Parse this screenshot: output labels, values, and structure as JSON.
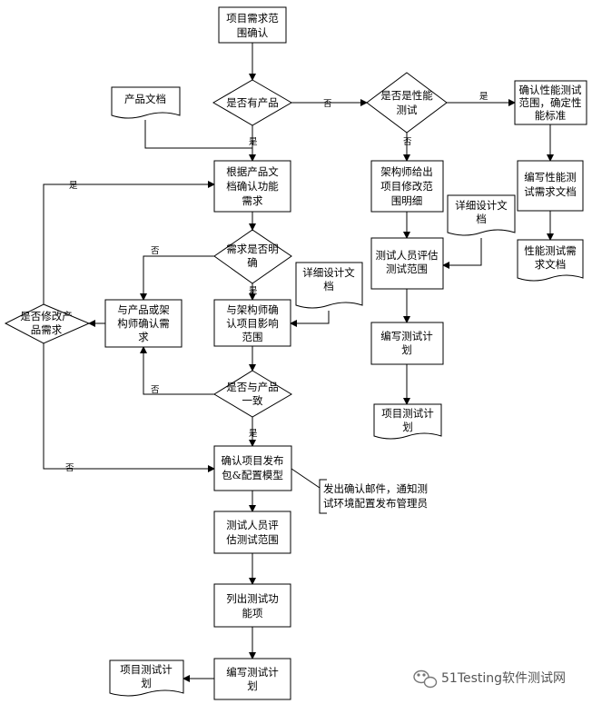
{
  "nodes": {
    "confirm_scope": [
      "项目需求范",
      "围确认"
    ],
    "has_product": [
      "是否有产品"
    ],
    "product_doc": [
      "产品文档"
    ],
    "is_perf": [
      "是否是性能",
      "测试"
    ],
    "confirm_perf": [
      "确认性能测试",
      "范围，确定性",
      "能标准"
    ],
    "write_perf": [
      "编写性能测",
      "试需求文档"
    ],
    "perf_doc": [
      "性能测试需",
      "求文档"
    ],
    "architect_detail": [
      "架构师给出",
      "项目修改范",
      "围明细"
    ],
    "detail_doc_right": [
      "详细设计文",
      "档"
    ],
    "tester_eval_right": [
      "测试人员评估",
      "测试范围"
    ],
    "write_plan_right": [
      "编写测试计",
      "划"
    ],
    "plan_doc_right": [
      "项目测试计",
      "划"
    ],
    "confirm_func": [
      "根据产品文",
      "档确认功能",
      "需求"
    ],
    "req_clear": [
      "需求是否明",
      "确"
    ],
    "confirm_with_pm": [
      "与产品或架",
      "构师确认需",
      "求"
    ],
    "detail_doc_mid": [
      "详细设计文",
      "档"
    ],
    "confirm_impact": [
      "与架构师确",
      "认项目影响",
      "范围"
    ],
    "modify_req": [
      "是否修改产",
      "品需求"
    ],
    "consistent": [
      "是否与产品",
      "一致"
    ],
    "release_pkg": [
      "确认项目发布",
      "包&配置模型"
    ],
    "email_note": [
      "发出确认邮件，通知测",
      "试环境配置发布管理员"
    ],
    "tester_eval": [
      "测试人员评",
      "估测试范围"
    ],
    "list_items": [
      "列出测试功",
      "能项"
    ],
    "write_plan": [
      "编写测试计",
      "划"
    ],
    "plan_doc": [
      "项目测试计",
      "划"
    ]
  },
  "edge_labels": {
    "no_perf": "否",
    "yes_perf": "是",
    "no_arch": "否",
    "yes_has_product": "是",
    "no_clear": "否",
    "yes_clear": "是",
    "yes_modify": "是",
    "no_consistent": "否",
    "yes_consistent": "是",
    "no_modify": "否"
  },
  "watermark": "51Testing软件测试网"
}
